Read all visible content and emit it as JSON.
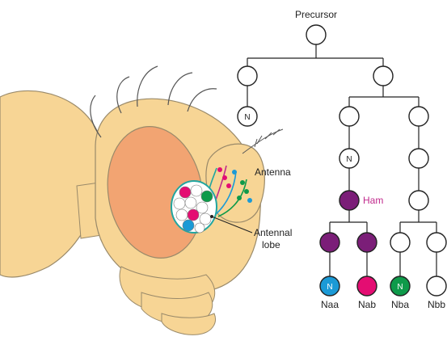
{
  "labels": {
    "precursor": "Precursor",
    "antenna": "Antenna",
    "antennal_lobe_1": "Antennal",
    "antennal_lobe_2": "lobe",
    "ham": "Ham",
    "n": "N",
    "naa": "Naa",
    "nab": "Nab",
    "nba": "Nba",
    "nbb": "Nbb"
  },
  "colors": {
    "head": "#f7d595",
    "eye": "#f2a472",
    "outline": "#9a8a6a",
    "ham_purple": "#7b1e78",
    "naa_blue": "#1b9ad6",
    "nab_magenta": "#e40d72",
    "nba_green": "#0e9a4a",
    "ham_text": "#c0288c",
    "teal": "#21a6a0"
  }
}
